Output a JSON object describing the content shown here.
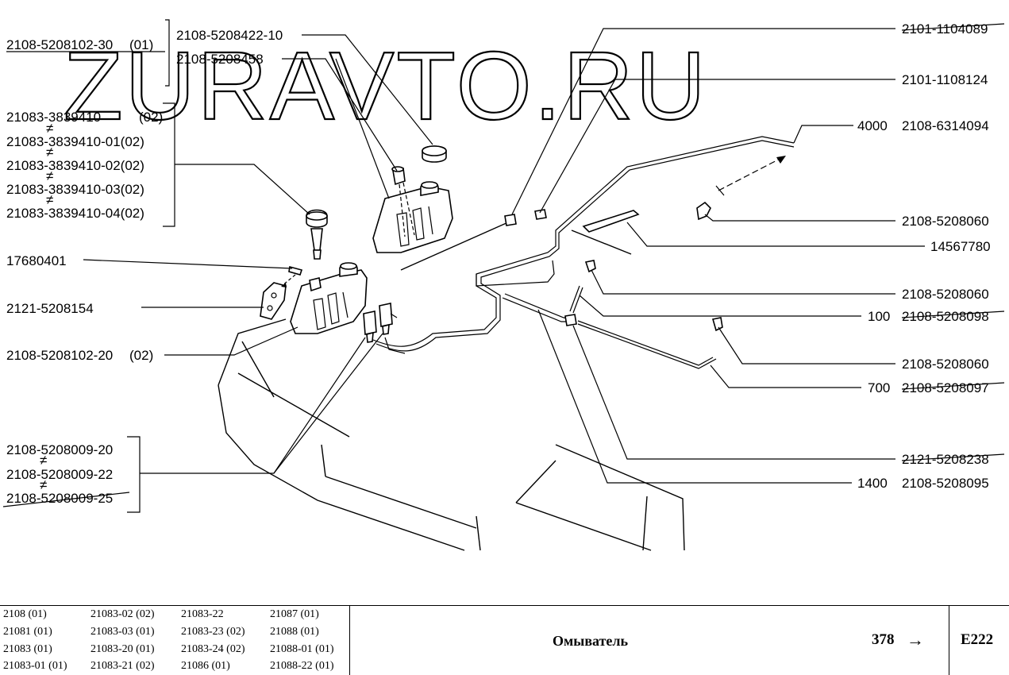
{
  "watermark": "ZURAVTO.RU",
  "labels": {
    "l_2108_5208102_30": "2108-5208102-30",
    "l_2108_5208102_30_q": "(01)",
    "l_2108_5208422_10": "2108-5208422-10",
    "l_2108_5208458": "2108-5208458",
    "l_21083_3839410": "21083-3839410",
    "l_21083_3839410_q": "(02)",
    "l_21083_3839410_01": "21083-3839410-01(02)",
    "l_21083_3839410_02": "21083-3839410-02(02)",
    "l_21083_3839410_03": "21083-3839410-03(02)",
    "l_21083_3839410_04": "21083-3839410-04(02)",
    "l_17680401": "17680401",
    "l_2121_5208154": "2121-5208154",
    "l_2108_5208102_20": "2108-5208102-20",
    "l_2108_5208102_20_q": "(02)",
    "l_2108_5208009_20": "2108-5208009-20",
    "l_2108_5208009_22": "2108-5208009-22",
    "l_2108_5208009_25": "2108-5208009-25",
    "r_2101_1104089": "2101-1104089",
    "r_2101_1108124": "2101-1108124",
    "r_4000": "4000",
    "r_2108_6314094": "2108-6314094",
    "r_2108_5208060_a": "2108-5208060",
    "r_14567780": "14567780",
    "r_2108_5208060_b": "2108-5208060",
    "r_100": "100",
    "r_2108_5208098": "2108-5208098",
    "r_2108_5208060_c": "2108-5208060",
    "r_700": "700",
    "r_2108_5208097": "2108-5208097",
    "r_2121_5208238": "2121-5208238",
    "r_1400": "1400",
    "r_2108_5208095": "2108-5208095"
  },
  "footer": {
    "models": [
      [
        "2108 (01)",
        "21083-02 (02)",
        "21083-22",
        "21087 (01)"
      ],
      [
        "21081 (01)",
        "21083-03 (01)",
        "21083-23 (02)",
        "21088 (01)"
      ],
      [
        "21083 (01)",
        "21083-20 (01)",
        "21083-24 (02)",
        "21088-01 (01)"
      ],
      [
        "21083-01 (01)",
        "21083-21 (02)",
        "21086 (01)",
        "21088-22 (01)"
      ]
    ],
    "title": "Омыватель",
    "page": "378",
    "arrow": "→",
    "code": "E222"
  },
  "icons": [
    "washer-reservoir-icon",
    "washer-pump-icon",
    "nozzle-icon",
    "filler-cap-icon"
  ]
}
